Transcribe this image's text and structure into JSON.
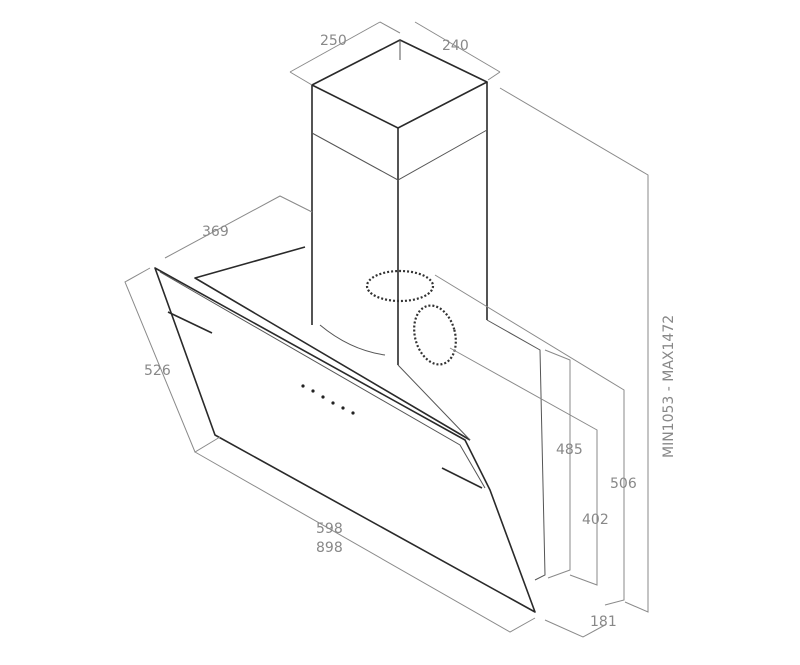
{
  "dimensions": {
    "chimney_depth": "250",
    "chimney_width": "240",
    "canopy_depth": "369",
    "glass_height": "526",
    "width_small": "598",
    "width_large": "898",
    "height_485": "485",
    "height_402": "402",
    "height_506": "506",
    "bottom_depth": "181",
    "total_height_range": "MIN1053 - MAX1472"
  }
}
